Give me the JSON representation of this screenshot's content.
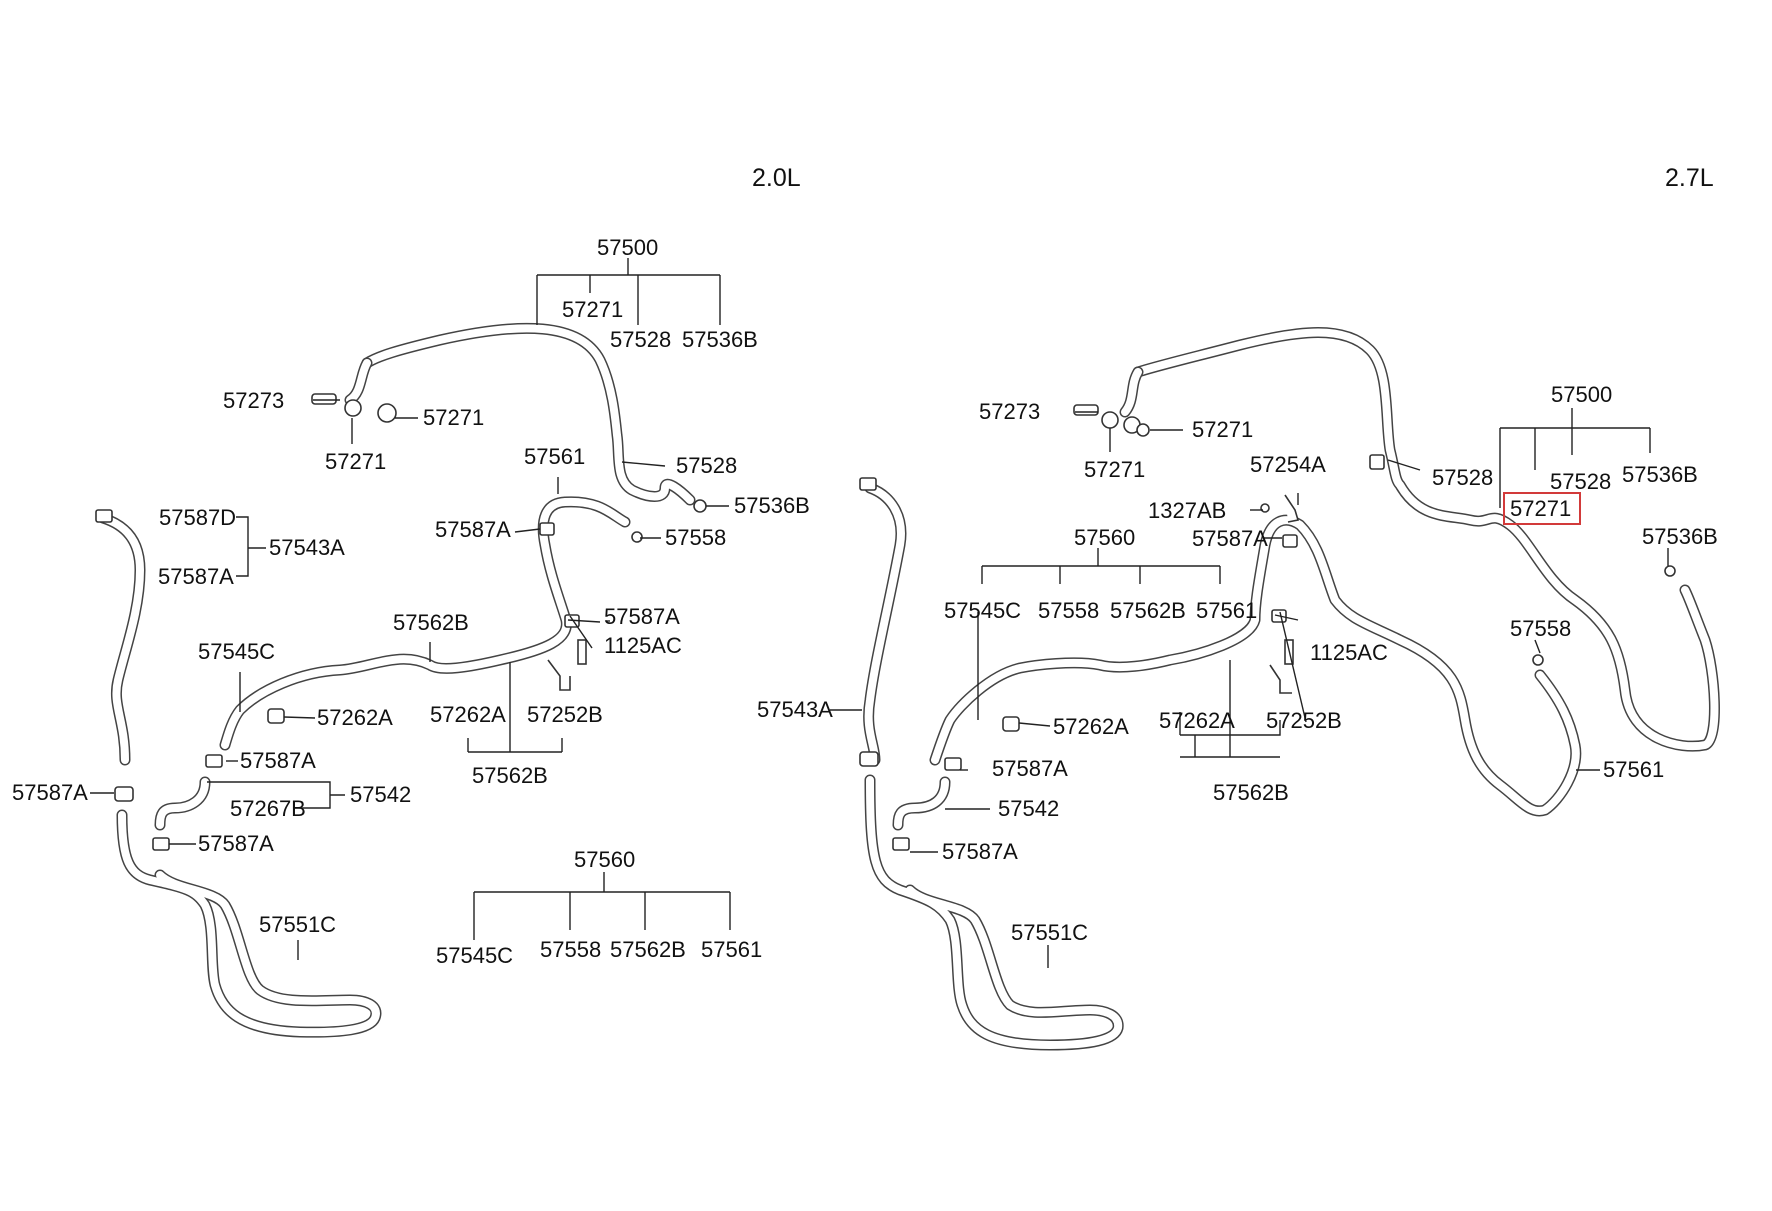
{
  "variants": {
    "left": {
      "title": "2.0L"
    },
    "right": {
      "title": "2.7L"
    }
  },
  "labels": {
    "left": {
      "p57500": "57500",
      "p57271a": "57271",
      "p57528a": "57528",
      "p57536Ba": "57536B",
      "p57273": "57273",
      "p57271b": "57271",
      "p57271c": "57271",
      "p57528b": "57528",
      "p57561": "57561",
      "p57536Bb": "57536B",
      "p57558": "57558",
      "p57587Aa": "57587A",
      "p57587D": "57587D",
      "p57543A": "57543A",
      "p57587Ab": "57587A",
      "p57562Ba": "57562B",
      "p57587Ac": "57587A",
      "p1125AC": "1125AC",
      "p57545C": "57545C",
      "p57262Aa": "57262A",
      "p57262Ab": "57262A",
      "p57252B": "57252B",
      "p57562Bb": "57562B",
      "p57587Ad": "57587A",
      "p57542": "57542",
      "p57587Ae": "57587A",
      "p57267B": "57267B",
      "p57587Af": "57587A",
      "p57551C": "57551C",
      "p57560": "57560",
      "p57545Cb": "57545C",
      "p57558b": "57558",
      "p57562Bc": "57562B",
      "p57561b": "57561"
    },
    "right": {
      "p57273": "57273",
      "p57271a": "57271",
      "p57271b": "57271",
      "p57528a": "57528",
      "p57500": "57500",
      "p57528b": "57528",
      "p57536Ba": "57536B",
      "p57271c": "57271",
      "p57536Bb": "57536B",
      "p57254A": "57254A",
      "p1327AB": "1327AB",
      "p57587Aa": "57587A",
      "p57560": "57560",
      "p57545C": "57545C",
      "p57558": "57558",
      "p57562Ba": "57562B",
      "p57561": "57561",
      "p1125AC": "1125AC",
      "p57558b": "57558",
      "p57543A": "57543A",
      "p57262Aa": "57262A",
      "p57262Ab": "57262A",
      "p57252B": "57252B",
      "p57562Bb": "57562B",
      "p57587Ab": "57587A",
      "p57561b": "57561",
      "p57542": "57542",
      "p57587Ac": "57587A",
      "p57551C": "57551C"
    }
  },
  "highlight": {
    "label": "57271",
    "color": "#d23a3a"
  }
}
